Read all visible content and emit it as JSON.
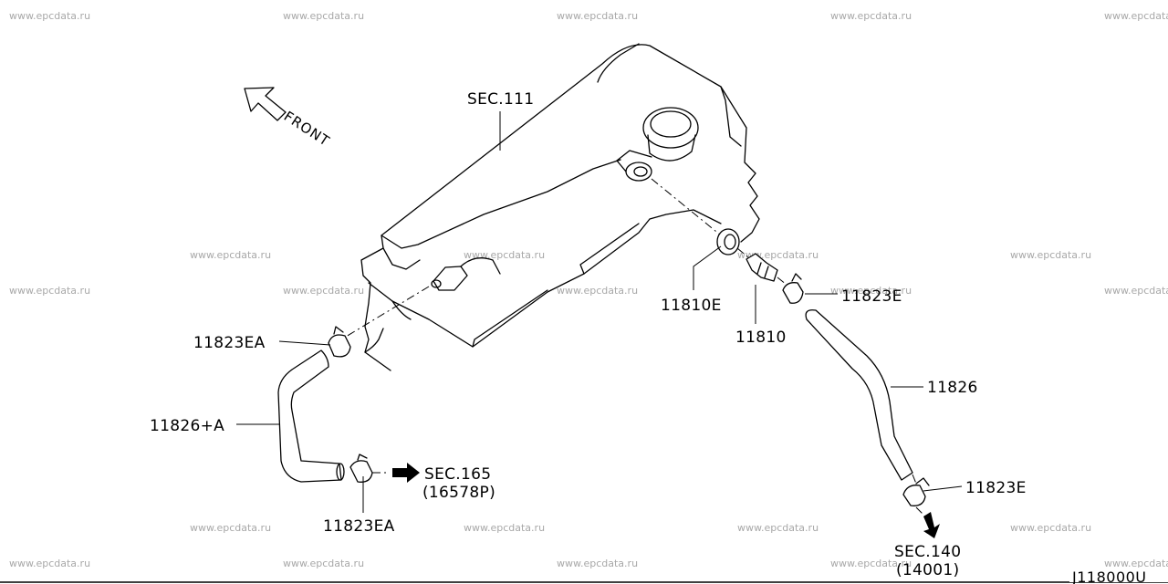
{
  "watermark": "www.epcdata.ru",
  "front_label": "FRONT",
  "callouts": {
    "sec111": "SEC.111",
    "p11810e": "11810E",
    "p11810": "11810",
    "p11823e_top": "11823E",
    "p11826": "11826",
    "p11823e_bottom": "11823E",
    "sec140_line1": "SEC.140",
    "sec140_line2": "(14001)",
    "p11823ea_top": "11823EA",
    "p11826a": "11826+A",
    "p11823ea_bottom": "11823EA",
    "sec165_line1": "SEC.165",
    "sec165_line2": "(16578P)"
  },
  "diagram_code": "J118000U"
}
